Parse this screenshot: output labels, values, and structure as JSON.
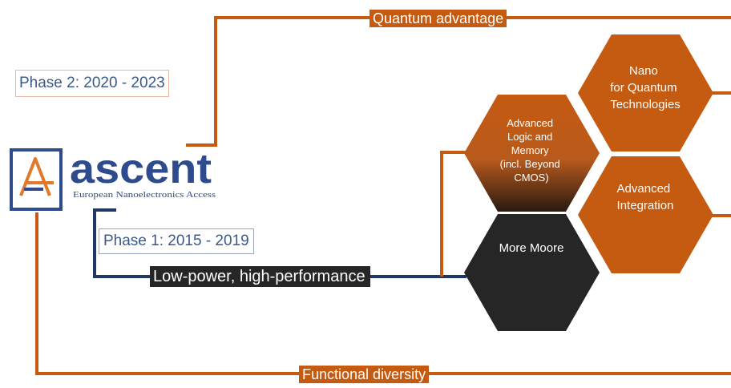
{
  "labels": {
    "quantum_advantage": "Quantum advantage",
    "functional_diversity": "Functional diversity",
    "low_power": "Low-power, high-performance",
    "phase2": "Phase 2: 2020 - 2023",
    "phase1": "Phase 1: 2015 - 2019"
  },
  "logo": {
    "name": "ascent",
    "tagline": "European Nanoelectronics Access"
  },
  "hexagons": {
    "nano_quantum": [
      "Nano",
      "for Quantum",
      "Technologies"
    ],
    "advanced_logic": [
      "Advanced",
      "Logic and",
      "Memory",
      "(incl. Beyond",
      "CMOS)"
    ],
    "advanced_integration": [
      "Advanced",
      "Integration"
    ],
    "more_moore": [
      "More Moore"
    ]
  },
  "colors": {
    "orange": "#c55a11",
    "navy": "#203864",
    "dark": "#262626",
    "logo_blue": "#2e4b8e",
    "logo_orange": "#e07a2a"
  }
}
